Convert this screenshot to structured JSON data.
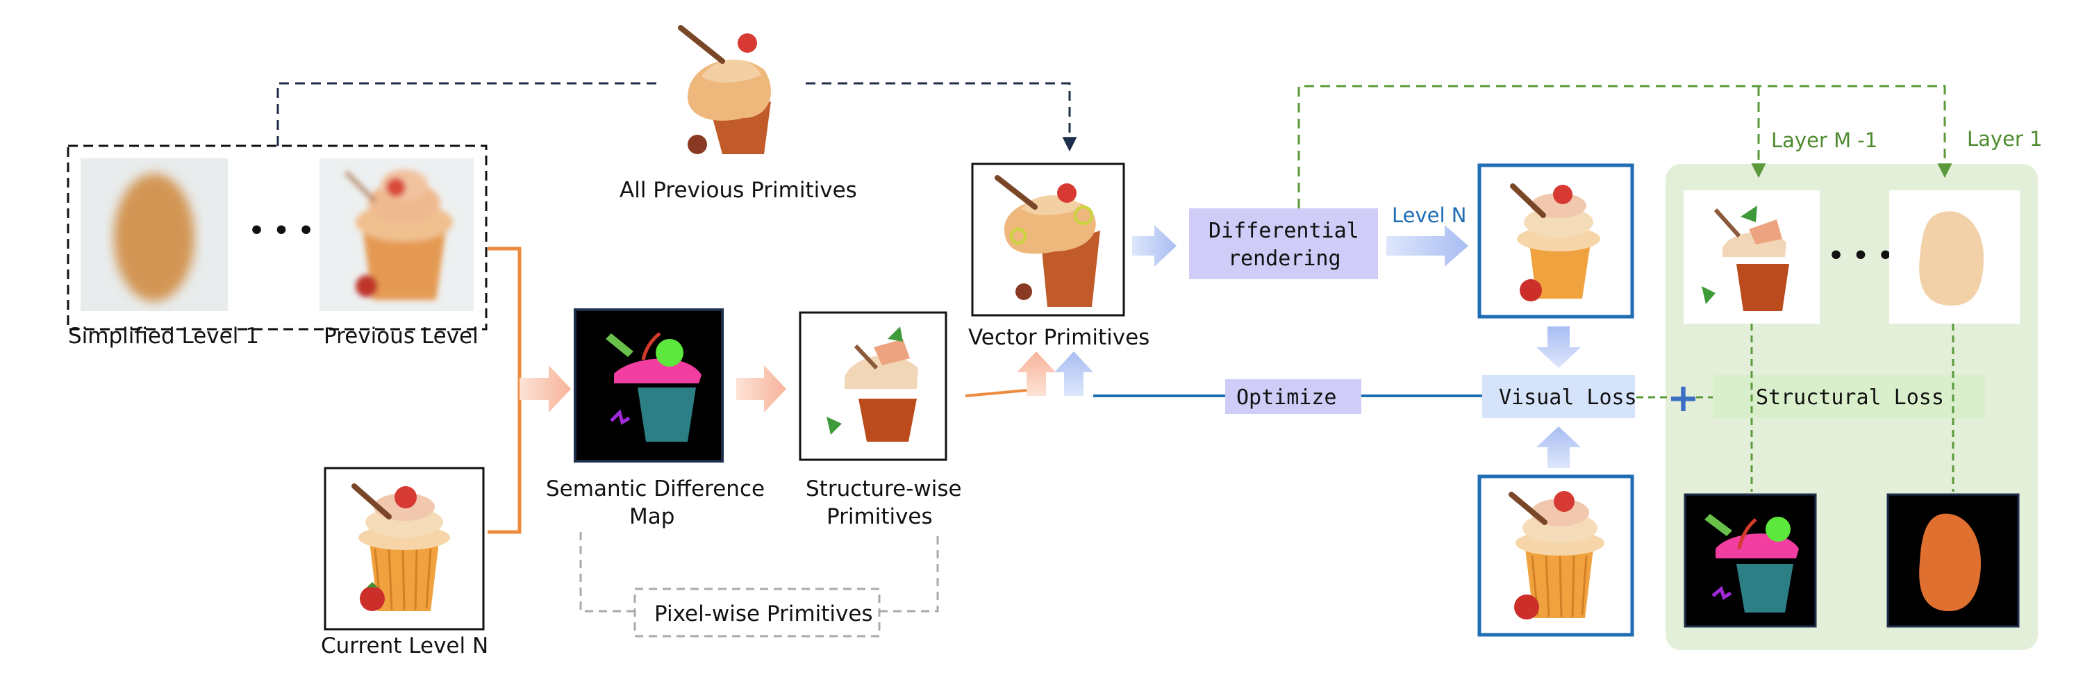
{
  "labels": {
    "simplified_level_1": "Simplified Level 1",
    "previous_level": "Previous Level",
    "ellipsis": "• • •",
    "all_previous_primitives": "All Previous Primitives",
    "current_level_n": "Current Level N",
    "semantic_difference_map_1": "Semantic Difference",
    "semantic_difference_map_2": "Map",
    "structure_wise_primitives_1": "Structure-wise",
    "structure_wise_primitives_2": "Primitives",
    "pixel_wise_primitives": "Pixel-wise Primitives",
    "vector_primitives": "Vector Primitives",
    "differential_rendering_1": "Differential",
    "differential_rendering_2": "rendering",
    "level_n": "Level N",
    "optimize": "Optimize",
    "visual_loss": "Visual Loss",
    "plus": "+",
    "structural_loss": "Structural Loss",
    "layer_m_minus_1": "Layer M -1",
    "layer_1": "Layer 1"
  },
  "colors": {
    "orange_flow": "#ee8a3c",
    "blue_flow": "#1f6db3",
    "green_flow": "#5a9a3a",
    "navy_dash": "#1c2e4a",
    "gray_dash": "#aaaaaa",
    "green_panel": "#e4efd9",
    "rendering_box": "#c9c6f5",
    "visual_loss_box": "#d6e4fb",
    "structural_loss_box": "#d9efcb"
  }
}
